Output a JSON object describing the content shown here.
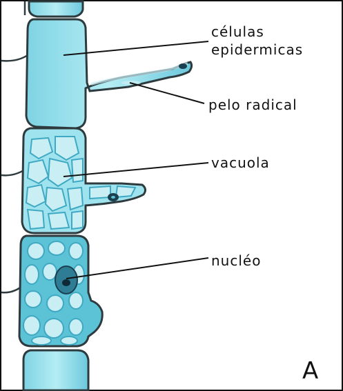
{
  "labels": {
    "cells": [
      "células",
      "epidermicas"
    ],
    "root_hair": "pelo radical",
    "vacuole": "vacuola",
    "nucleus": "nucléo"
  },
  "panel_letter": "A",
  "colors": {
    "cell_fill": "#9fe3ee",
    "cell_fill_dark": "#5cc2d6",
    "cell_outline": "#2d3b3f",
    "vacuole_fill": "#c9eef3",
    "vacuole_net": "#3fa9c4",
    "nucleus": "#1a3f4f",
    "leader_line": "#111111",
    "frame": "#111111"
  },
  "icons": [
    "root-hair-cell-diagram"
  ]
}
